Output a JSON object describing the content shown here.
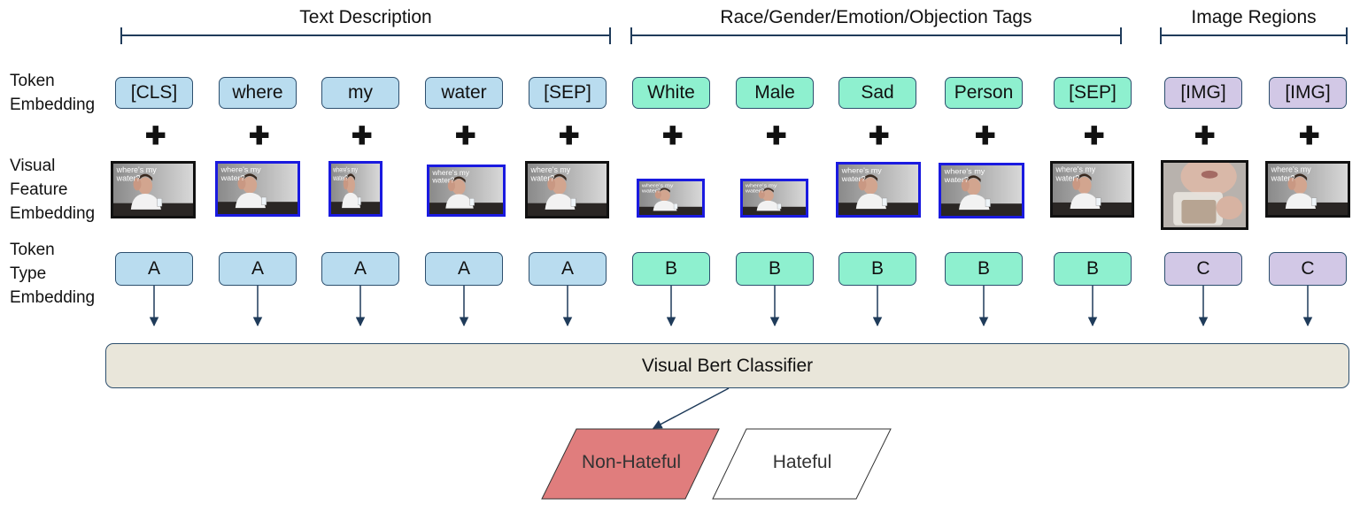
{
  "groups": {
    "text": "Text Description",
    "tags": "Race/Gender/Emotion/Objection Tags",
    "regions": "Image Regions"
  },
  "row_labels": {
    "token": "Token\nEmbedding",
    "visual": "Visual\nFeature\nEmbedding",
    "type": "Token\nType\nEmbedding"
  },
  "plus_symbol": "✚",
  "columns": [
    {
      "token": "[CLS]",
      "type": "A",
      "group": "text"
    },
    {
      "token": "where",
      "type": "A",
      "group": "text"
    },
    {
      "token": "my",
      "type": "A",
      "group": "text"
    },
    {
      "token": "water",
      "type": "A",
      "group": "text"
    },
    {
      "token": "[SEP]",
      "type": "A",
      "group": "text"
    },
    {
      "token": "White",
      "type": "B",
      "group": "tags"
    },
    {
      "token": "Male",
      "type": "B",
      "group": "tags"
    },
    {
      "token": "Sad",
      "type": "B",
      "group": "tags"
    },
    {
      "token": "Person",
      "type": "B",
      "group": "tags"
    },
    {
      "token": "[SEP]",
      "type": "B",
      "group": "tags"
    },
    {
      "token": "[IMG]",
      "type": "C",
      "group": "regions"
    },
    {
      "token": "[IMG]",
      "type": "C",
      "group": "regions"
    }
  ],
  "image_caption": "where's my water?",
  "classifier": "Visual Bert Classifier",
  "outputs": {
    "non_hateful": "Non-Hateful",
    "hateful": "Hateful"
  },
  "colors": {
    "text_group": "#b9dcef",
    "tag_group": "#8ef0cf",
    "region_group": "#d2c8e6",
    "selected_output": "#e07d7d",
    "line": "#1f3b5a"
  }
}
